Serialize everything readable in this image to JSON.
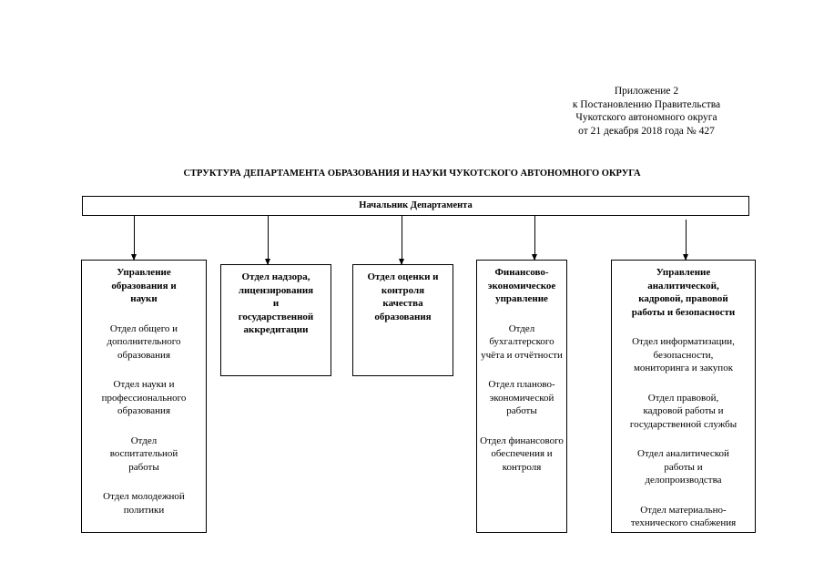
{
  "appendix": [
    "Приложение 2",
    "к Постановлению Правительства",
    "Чукотского автономного округа",
    "от  21 декабря 2018 года №  427"
  ],
  "title": "СТРУКТУРА ДЕПАРТАМЕНТА ОБРАЗОВАНИЯ И НАУКИ ЧУКОТСКОГО АВТОНОМНОГО ОКРУГА",
  "head": "Начальник Департамента",
  "units": [
    {
      "title": [
        "Управление",
        "образования и",
        "науки"
      ],
      "departments": [
        [
          "Отдел общего и",
          "дополнительного",
          "образования"
        ],
        [
          "Отдел науки и",
          "профессионального",
          "образования"
        ],
        [
          "Отдел",
          "воспитательной",
          "работы"
        ],
        [
          "Отдел молодежной",
          "политики"
        ]
      ]
    },
    {
      "title": [
        "Отдел надзора,",
        "лицензирования",
        "и",
        "государственной",
        "аккредитации"
      ],
      "departments": []
    },
    {
      "title": [
        "Отдел оценки и",
        "контроля",
        "качества",
        "образования"
      ],
      "departments": []
    },
    {
      "title": [
        "Финансово-",
        "экономическое",
        "управление"
      ],
      "departments": [
        [
          "Отдел",
          "бухгалтерского",
          "учёта и отчётности"
        ],
        [
          "Отдел планово-",
          "экономической",
          "работы"
        ],
        [
          "Отдел финансового",
          "обеспечения и",
          "контроля"
        ]
      ]
    },
    {
      "title": [
        "Управление",
        "аналитической,",
        "кадровой, правовой",
        "работы и безопасности"
      ],
      "departments": [
        [
          "Отдел информатизации,",
          "безопасности,",
          "мониторинга и закупок"
        ],
        [
          "Отдел правовой,",
          "кадровой работы и",
          "государственной службы"
        ],
        [
          "Отдел аналитической",
          "работы и",
          "делопроизводства"
        ],
        [
          "Отдел материально-",
          "технического снабжения"
        ]
      ]
    }
  ]
}
